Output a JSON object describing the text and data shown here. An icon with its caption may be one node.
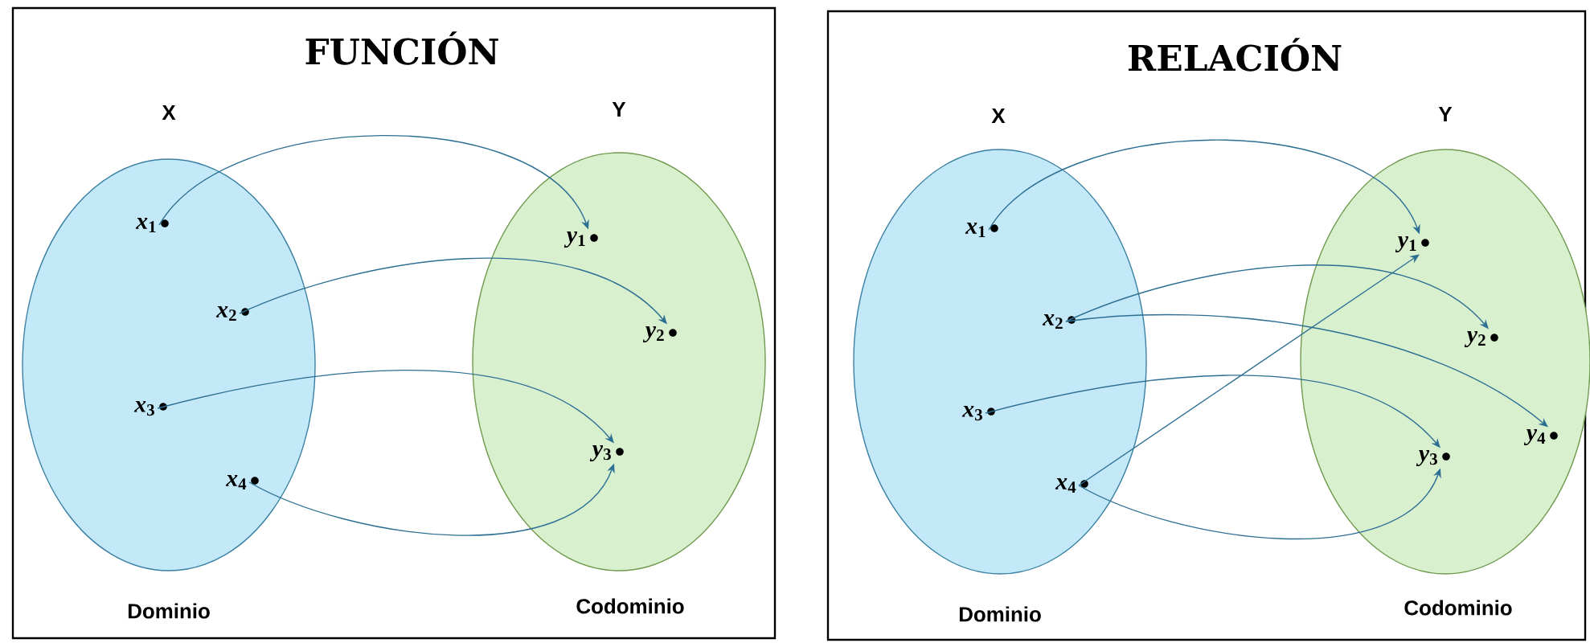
{
  "diagram": {
    "nodes": [
      {
        "text": [
          "FUNCIÓN"
        ]
      },
      {
        "text": [
          "X"
        ],
        "beside": [
          "Dominio"
        ],
        "in": 0
      },
      {
        "text": [
          "Y"
        ],
        "beside": [
          "Codominio"
        ],
        "in": 0
      },
      {
        "text": [
          "*x*$_{1}$"
        ],
        "in": 1
      },
      {
        "text": [
          "*x*$_{2}$"
        ],
        "in": 1
      },
      {
        "text": [
          "*x*$_{3}$"
        ],
        "in": 1
      },
      {
        "text": [
          "*x*$_{4}$"
        ],
        "in": 1
      },
      {
        "text": [
          "*y*$_{1}$"
        ],
        "in": 2
      },
      {
        "text": [
          "*y*$_{2}$"
        ],
        "in": 2
      },
      {
        "text": [
          "*y*$_{3}$"
        ],
        "in": 2
      },
      {
        "text": [
          "RELACIÓN"
        ]
      },
      {
        "text": [
          "X"
        ],
        "beside": [
          "Dominio"
        ],
        "in": 10
      },
      {
        "text": [
          "Y"
        ],
        "beside": [
          "Codominio"
        ],
        "in": 10
      },
      {
        "text": [
          "*x*$_{1}$"
        ],
        "in": 11
      },
      {
        "text": [
          "*x*$_{2}$"
        ],
        "in": 11
      },
      {
        "text": [
          "*x*$_{3}$"
        ],
        "in": 11
      },
      {
        "text": [
          "*x*$_{4}$"
        ],
        "in": 11
      },
      {
        "text": [
          "*y*$_{1}$"
        ],
        "in": 12
      },
      {
        "text": [
          "*y*$_{2}$"
        ],
        "in": 12
      },
      {
        "text": [
          "*y*$_{3}$"
        ],
        "in": 12
      },
      {
        "text": [
          "*y*$_{4}$"
        ],
        "in": 12
      }
    ],
    "edges": [
      {
        "from": 3,
        "to": 7,
        "arrow": "to"
      },
      {
        "from": 4,
        "to": 8,
        "arrow": "to"
      },
      {
        "from": 5,
        "to": 9,
        "arrow": "to"
      },
      {
        "from": 6,
        "to": 9,
        "arrow": "to"
      },
      {
        "from": 13,
        "to": 17,
        "arrow": "to"
      },
      {
        "from": 14,
        "to": 18,
        "arrow": "to"
      },
      {
        "from": 14,
        "to": 20,
        "arrow": "to"
      },
      {
        "from": 15,
        "to": 19,
        "arrow": "to"
      },
      {
        "from": 16,
        "to": 17,
        "arrow": "to"
      },
      {
        "from": 16,
        "to": 19,
        "arrow": "to"
      }
    ]
  }
}
